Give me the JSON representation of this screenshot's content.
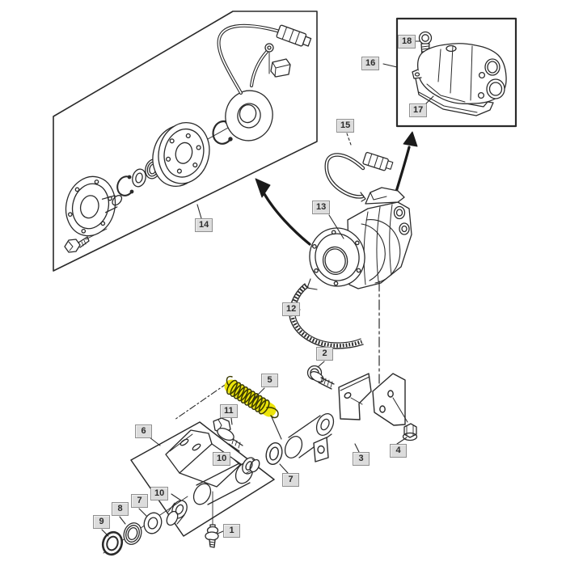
{
  "diagram": {
    "type": "exploded-parts-diagram",
    "colors": {
      "background": "#ffffff",
      "line": "#2a2a2a",
      "label_bg": "#dcdcdc",
      "label_border": "#8f8f8f",
      "label_text": "#2b2b2b",
      "highlight": "#ece40a"
    },
    "panels": [
      {
        "name": "clutch-detail-panel"
      },
      {
        "name": "valve-detail-panel"
      }
    ],
    "callouts": [
      {
        "part": "1"
      },
      {
        "part": "2"
      },
      {
        "part": "3"
      },
      {
        "part": "4"
      },
      {
        "part": "5"
      },
      {
        "part": "6"
      },
      {
        "part": "7"
      },
      {
        "part": "7"
      },
      {
        "part": "8"
      },
      {
        "part": "9"
      },
      {
        "part": "10"
      },
      {
        "part": "10"
      },
      {
        "part": "11"
      },
      {
        "part": "12"
      },
      {
        "part": "13"
      },
      {
        "part": "14"
      },
      {
        "part": "15"
      },
      {
        "part": "16"
      },
      {
        "part": "17"
      },
      {
        "part": "18"
      }
    ]
  }
}
